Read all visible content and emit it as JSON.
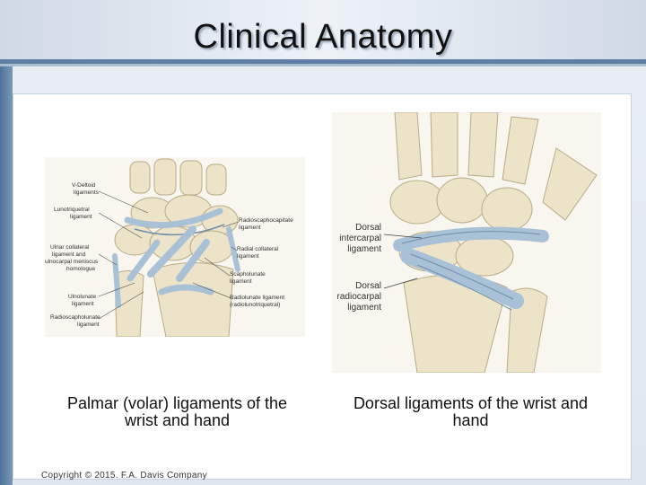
{
  "slide": {
    "title": "Clinical Anatomy",
    "copyright": "Copyright © 2015. F.A. Davis Company"
  },
  "figures": {
    "palmar": {
      "caption": "Palmar (volar) ligaments of the wrist and hand",
      "labels": {
        "v_deltoid": [
          "V-Deltoid",
          "ligaments"
        ],
        "lunotriquetral": [
          "Lunotriquetral",
          "ligament"
        ],
        "ulnar_collateral": [
          "Ulnar collateral",
          "ligament and",
          "ulnocarpal meniscus",
          "homologue"
        ],
        "ulnolunate": [
          "Ulnolunate",
          "ligament"
        ],
        "radioscapholunate": [
          "Radioscapholunate",
          "ligament"
        ],
        "radioscaphocapitate": [
          "Radioscaphocapitate",
          "ligament"
        ],
        "radial_collateral": [
          "Radial collateral",
          "ligament"
        ],
        "scapholunate": [
          "Scapholunate",
          "ligament"
        ],
        "radiolunate": [
          "Radiolunate ligament",
          "(radiolunotriquetral)"
        ]
      }
    },
    "dorsal": {
      "caption": "Dorsal ligaments of the wrist and hand",
      "labels": {
        "intercarpal": [
          "Dorsal",
          "intercarpal",
          "ligament"
        ],
        "radiocarpal": [
          "Dorsal",
          "radiocarpal",
          "ligament"
        ]
      }
    }
  },
  "colors": {
    "bone": "#ece3c8",
    "bone_outline": "#b9ab86",
    "ligament": "#a8c1d6",
    "ligament_line": "#6f8ea8",
    "accent_blue": "#5e7fa3"
  }
}
